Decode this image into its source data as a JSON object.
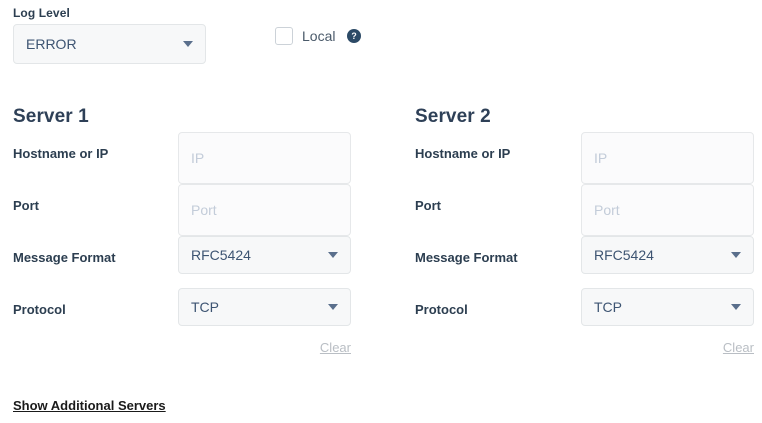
{
  "top": {
    "log_level": {
      "label": "Log Level",
      "value": "ERROR",
      "options": [
        "ERROR"
      ]
    },
    "local_checkbox": {
      "label": "Local",
      "checked": false
    },
    "help_icon": "help-circle-icon"
  },
  "servers": [
    {
      "title": "Server 1",
      "rows": [
        {
          "label": "Hostname or IP",
          "type": "text",
          "value": "",
          "placeholder": "IP"
        },
        {
          "label": "Port",
          "type": "text",
          "value": "",
          "placeholder": "Port"
        },
        {
          "label": "Message Format",
          "type": "select",
          "value": "RFC5424",
          "options": [
            "RFC5424"
          ]
        },
        {
          "label": "Protocol",
          "type": "select",
          "value": "TCP",
          "options": [
            "TCP"
          ]
        }
      ],
      "clear_label": "Clear"
    },
    {
      "title": "Server 2",
      "rows": [
        {
          "label": "Hostname or IP",
          "type": "text",
          "value": "",
          "placeholder": "IP"
        },
        {
          "label": "Port",
          "type": "text",
          "value": "",
          "placeholder": "Port"
        },
        {
          "label": "Message Format",
          "type": "select",
          "value": "RFC5424",
          "options": [
            "RFC5424"
          ]
        },
        {
          "label": "Protocol",
          "type": "select",
          "value": "TCP",
          "options": [
            "TCP"
          ]
        }
      ],
      "clear_label": "Clear"
    }
  ],
  "footer": {
    "show_additional_servers": "Show Additional Servers"
  },
  "colors": {
    "text_primary": "#2c3e50",
    "heading": "#2e4057",
    "value_text": "#3d5472",
    "placeholder": "#c3ccd9",
    "field_bg": "#f7f8f9",
    "field_border": "#e3e6e8",
    "clear_link": "#b9bec4",
    "link": "#1a1a1a",
    "help_icon": "#2c4a66"
  }
}
